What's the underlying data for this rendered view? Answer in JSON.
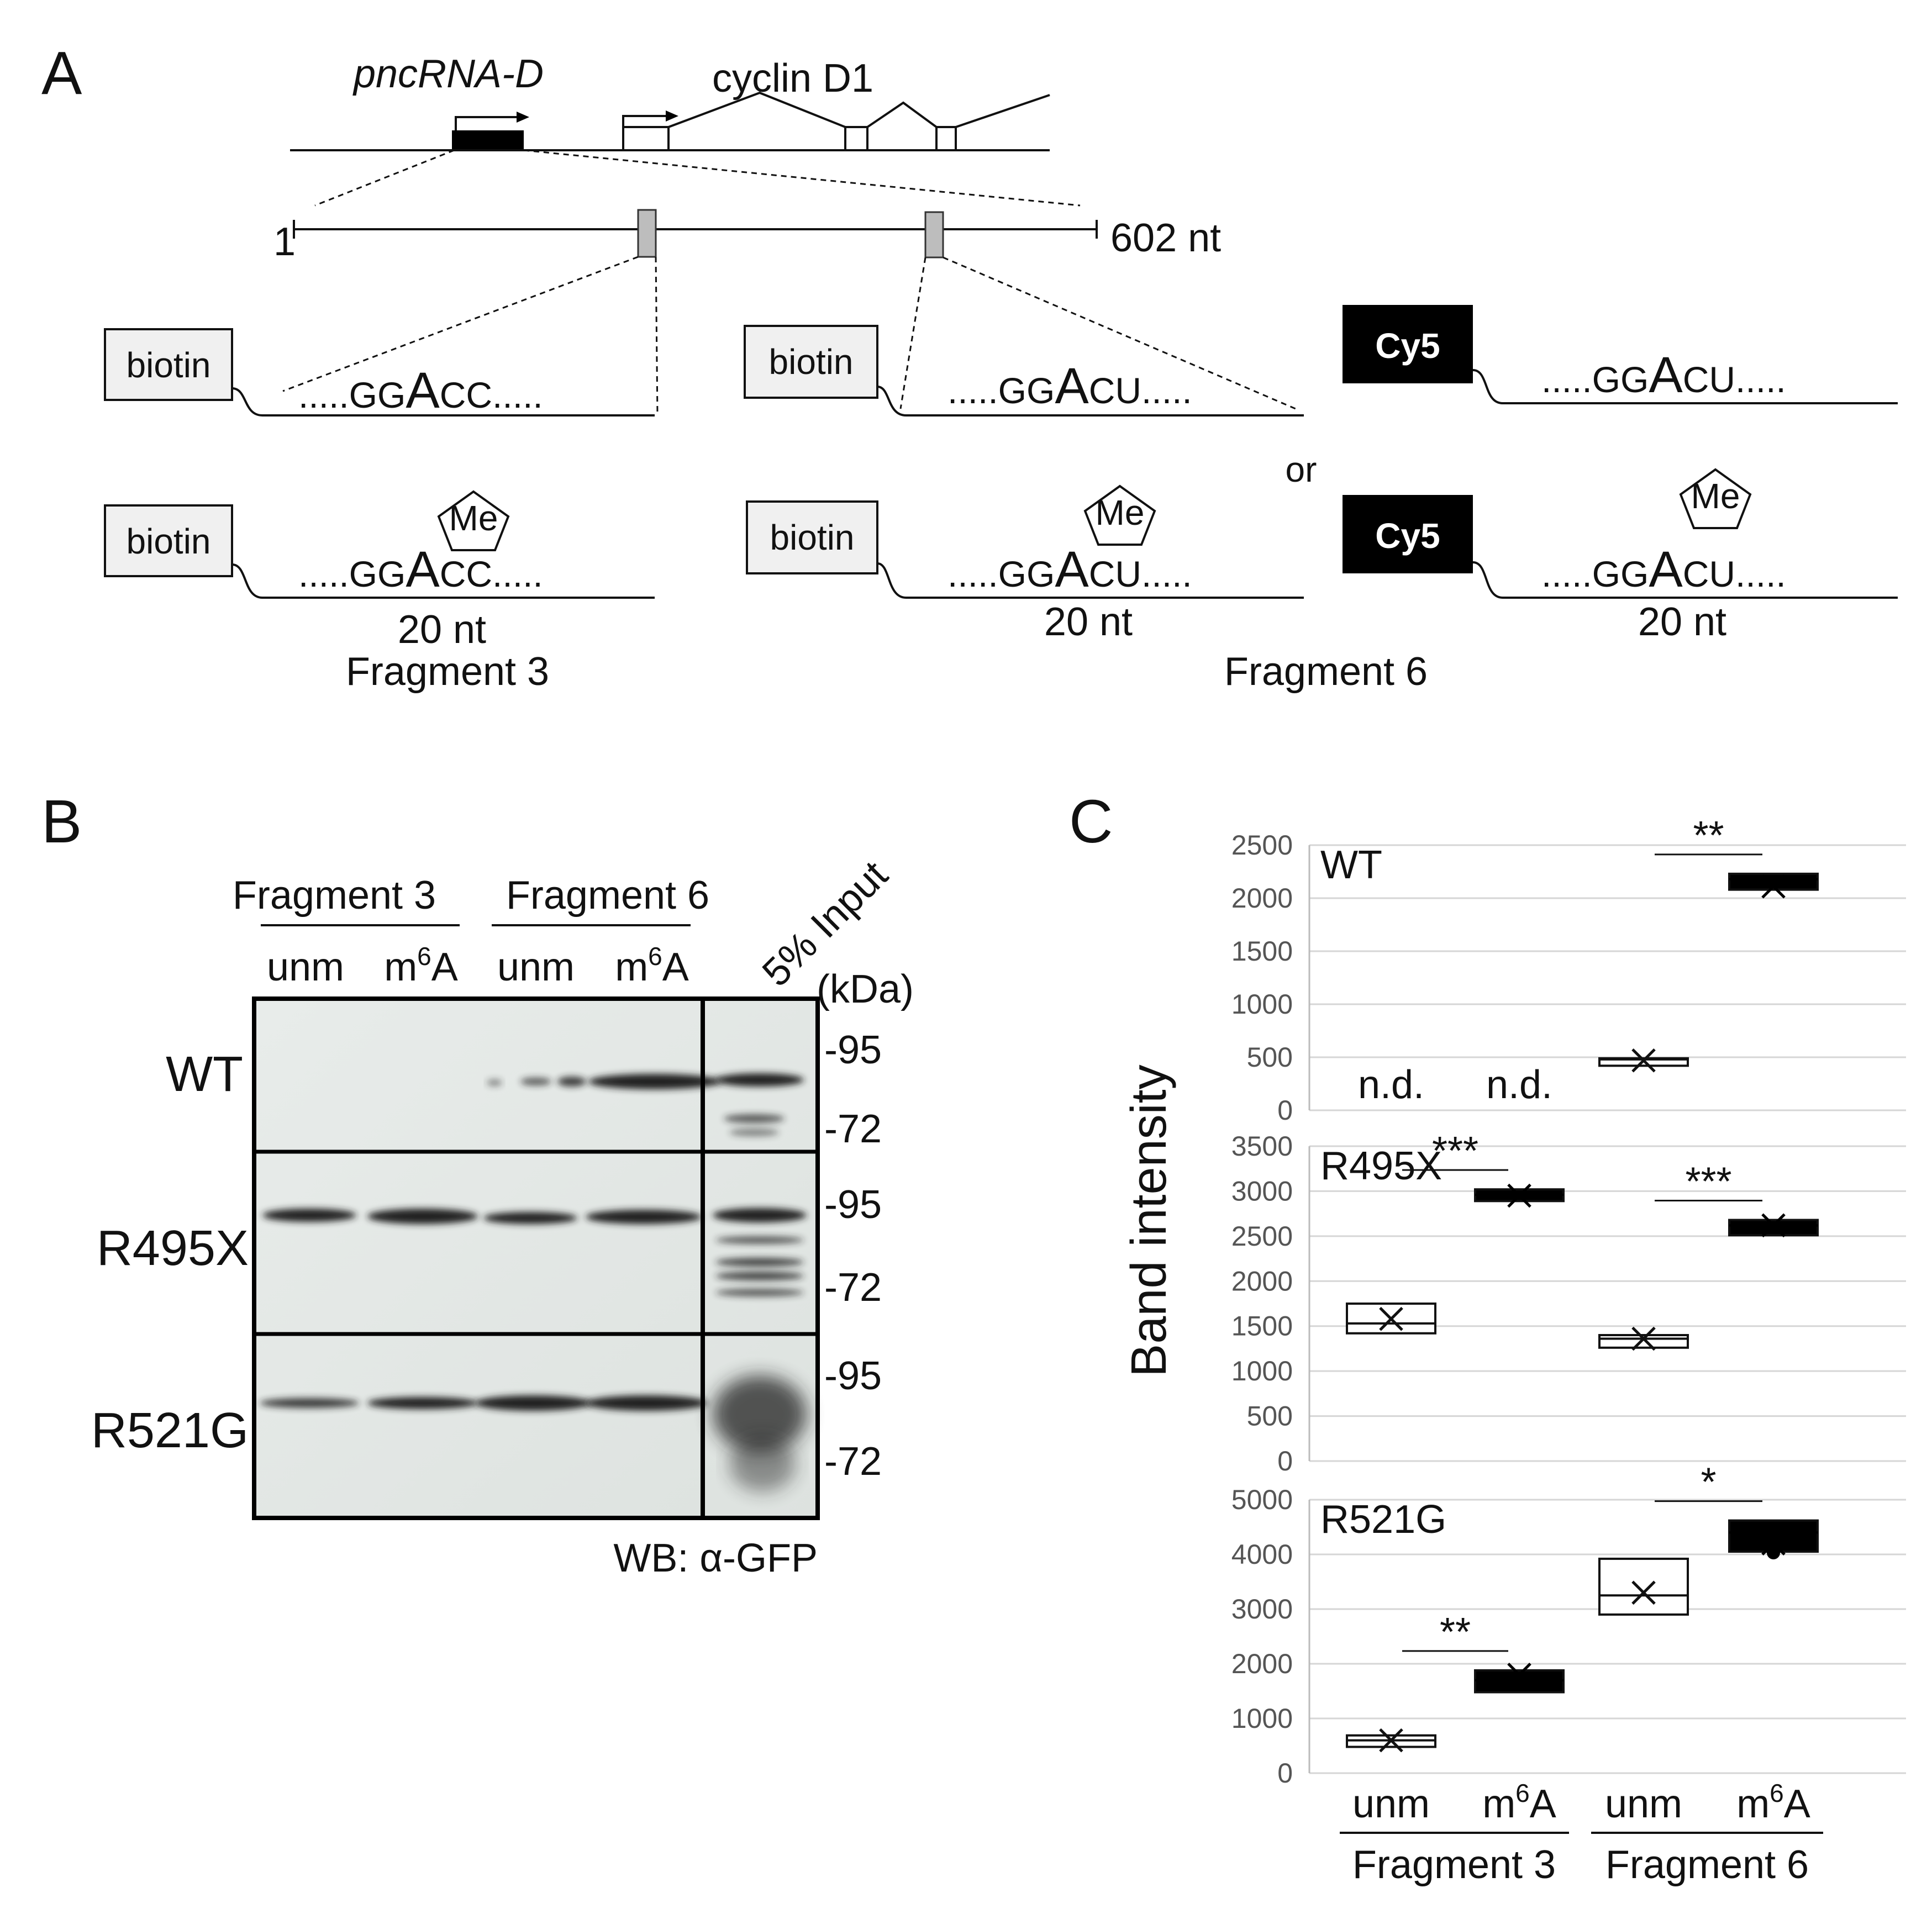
{
  "panel_a": {
    "label": "A",
    "gene_label": "pncRNA-D",
    "cyclin_label": "cyclin D1",
    "scale_start": "1",
    "scale_end": "602 nt",
    "tag_biotin": "biotin",
    "tag_cy5": "Cy5",
    "seq_f3_prefix": ".....GG",
    "seq_f3_A": "A",
    "seq_f3_suffix": "CC.....",
    "seq_f6_prefix": ".....GG",
    "seq_f6_A": "A",
    "seq_f6_suffix": "CU.....",
    "methyl": "Me",
    "length_label": "20 nt",
    "or_label": "or",
    "fragment3_label": "Fragment 3",
    "fragment6_label": "Fragment 6"
  },
  "panel_b": {
    "label": "B",
    "header_fragment3": "Fragment 3",
    "header_fragment6": "Fragment 6",
    "lane_unm": "unm",
    "lane_m6a_base": "m",
    "lane_m6a_sup": "6",
    "lane_m6a_tail": "A",
    "input_label": "5% Input",
    "kda_label": "(kDa)",
    "rows": [
      "WT",
      "R495X",
      "R521G"
    ],
    "marker_95": "-95",
    "marker_72": "-72",
    "antibody_label": "WB: α-GFP"
  },
  "panel_c": {
    "label": "C",
    "ylabel": "Band intensity",
    "xgroup_labels": [
      "Fragment 3",
      "Fragment 6"
    ],
    "x_unm": "unm",
    "nd_label": "n.d."
  },
  "chart_data": [
    {
      "type": "box",
      "title": "WT",
      "ylim": [
        0,
        2500
      ],
      "yticks": [
        0,
        500,
        1000,
        1500,
        2000,
        2500
      ],
      "categories": [
        "Fragment 3 unm",
        "Fragment 3 m6A",
        "Fragment 6 unm",
        "Fragment 6 m6A"
      ],
      "boxes": [
        {
          "category": "Fragment 3 unm",
          "note": "n.d."
        },
        {
          "category": "Fragment 3 m6A",
          "note": "n.d."
        },
        {
          "category": "Fragment 6 unm",
          "q1": 420,
          "median": 480,
          "q3": 490,
          "mean": 470,
          "fill": "#ffffff"
        },
        {
          "category": "Fragment 6 m6A",
          "q1": 2080,
          "median": 2180,
          "q3": 2230,
          "mean": 2110,
          "fill": "#000000"
        }
      ],
      "significance": [
        {
          "between": [
            "Fragment 6 unm",
            "Fragment 6 m6A"
          ],
          "label": "**"
        }
      ]
    },
    {
      "type": "box",
      "title": "R495X",
      "ylim": [
        0,
        3500
      ],
      "yticks": [
        0,
        500,
        1000,
        1500,
        2000,
        2500,
        3000,
        3500
      ],
      "categories": [
        "Fragment 3 unm",
        "Fragment 3 m6A",
        "Fragment 6 unm",
        "Fragment 6 m6A"
      ],
      "boxes": [
        {
          "category": "Fragment 3 unm",
          "q1": 1420,
          "median": 1530,
          "q3": 1750,
          "mean": 1580,
          "fill": "#ffffff"
        },
        {
          "category": "Fragment 3 m6A",
          "q1": 2890,
          "median": 2960,
          "q3": 3020,
          "mean": 2950,
          "fill": "#000000"
        },
        {
          "category": "Fragment 6 unm",
          "q1": 1260,
          "median": 1360,
          "q3": 1400,
          "mean": 1360,
          "fill": "#ffffff"
        },
        {
          "category": "Fragment 6 m6A",
          "q1": 2510,
          "median": 2620,
          "q3": 2680,
          "mean": 2620,
          "fill": "#000000"
        }
      ],
      "significance": [
        {
          "between": [
            "Fragment 3 unm",
            "Fragment 3 m6A"
          ],
          "label": "***"
        },
        {
          "between": [
            "Fragment 6 unm",
            "Fragment 6 m6A"
          ],
          "label": "***"
        }
      ]
    },
    {
      "type": "box",
      "title": "R521G",
      "ylim": [
        0,
        5000
      ],
      "yticks": [
        0,
        1000,
        2000,
        3000,
        4000,
        5000
      ],
      "categories": [
        "Fragment 3 unm",
        "Fragment 3 m6A",
        "Fragment 6 unm",
        "Fragment 6 m6A"
      ],
      "boxes": [
        {
          "category": "Fragment 3 unm",
          "q1": 480,
          "median": 600,
          "q3": 690,
          "mean": 600,
          "fill": "#ffffff"
        },
        {
          "category": "Fragment 3 m6A",
          "q1": 1480,
          "median": 1700,
          "q3": 1880,
          "mean": 1800,
          "fill": "#000000"
        },
        {
          "category": "Fragment 6 unm",
          "q1": 2900,
          "median": 3250,
          "q3": 3920,
          "mean": 3300,
          "fill": "#ffffff"
        },
        {
          "category": "Fragment 6 m6A",
          "q1": 4050,
          "median": 4400,
          "q3": 4620,
          "mean": 4200,
          "fill": "#000000",
          "outlier": 4030
        }
      ],
      "significance": [
        {
          "between": [
            "Fragment 3 unm",
            "Fragment 3 m6A"
          ],
          "label": "**"
        },
        {
          "between": [
            "Fragment 6 unm",
            "Fragment 6 m6A"
          ],
          "label": "*"
        }
      ]
    }
  ]
}
